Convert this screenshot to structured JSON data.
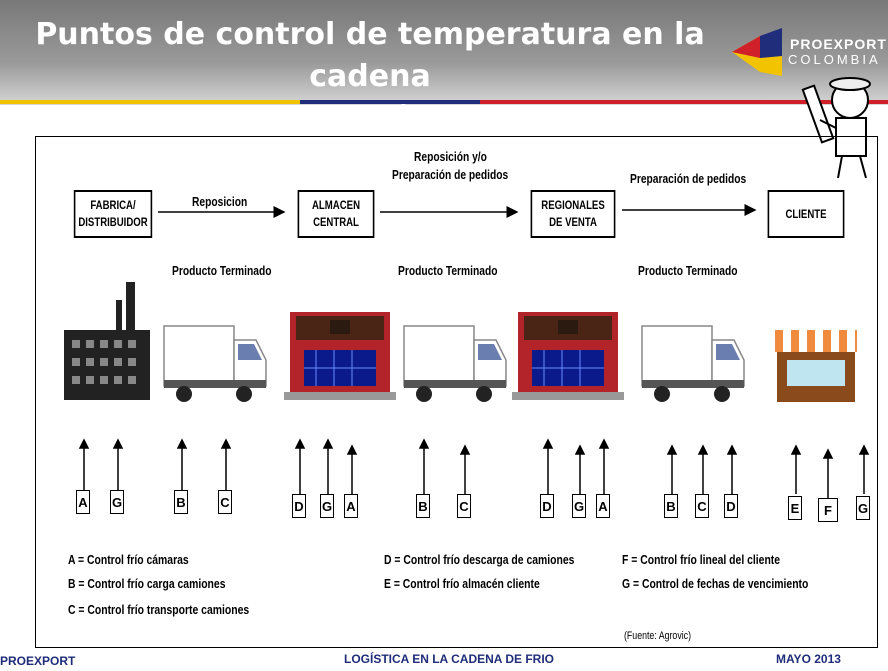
{
  "header": {
    "title_line1": "Puntos de control de temperatura en la cadena",
    "title_line2": "de frío",
    "logo_name": "PROEXPORT",
    "logo_sub": "COLOMBIA"
  },
  "flow": {
    "nodes": [
      {
        "line1": "FABRICA/",
        "line2": "DISTRIBUIDOR"
      },
      {
        "line1": "ALMACEN",
        "line2": "CENTRAL"
      },
      {
        "line1": "REGIONALES",
        "line2": "DE VENTA"
      },
      {
        "line1": "CLIENTE",
        "line2": ""
      }
    ],
    "edges": [
      {
        "line1": "Reposicion",
        "line2": ""
      },
      {
        "line1": "Reposición y/o",
        "line2": "Preparación de pedidos"
      },
      {
        "line1": "Preparación de pedidos",
        "line2": ""
      }
    ],
    "product_labels": [
      "Producto Terminado",
      "Producto Terminado",
      "Producto Terminado"
    ]
  },
  "icons": [
    "factory-icon",
    "truck-icon",
    "warehouse-icon",
    "truck-icon",
    "warehouse-icon",
    "truck-icon",
    "shop-icon"
  ],
  "control_groups": [
    [
      "A",
      "G"
    ],
    [
      "B",
      "C"
    ],
    [
      "D",
      "G",
      "A"
    ],
    [
      "B",
      "C"
    ],
    [
      "D",
      "G",
      "A"
    ],
    [
      "B",
      "C",
      "D"
    ],
    [
      "E",
      "F",
      "G"
    ]
  ],
  "legend": {
    "a": "A = Control frío  cámaras",
    "b": "B = Control frío carga camiones",
    "c": "C = Control frío transporte camiones",
    "d": "D = Control frío descarga de camiones",
    "e": "E = Control frío almacén cliente",
    "f": "F = Control frío lineal del cliente",
    "g": "G = Control de fechas de vencimiento"
  },
  "source": "(Fuente: Agrovic)",
  "footer": {
    "left": "PROEXPORT",
    "center": "LOGÍSTICA EN LA CADENA DE FRIO",
    "right": "MAYO 2013"
  },
  "colors": {
    "stripe_yellow": "#f2c300",
    "stripe_blue": "#1f2d7a",
    "stripe_red": "#d0202a",
    "footer_text": "#1f2d7a"
  }
}
